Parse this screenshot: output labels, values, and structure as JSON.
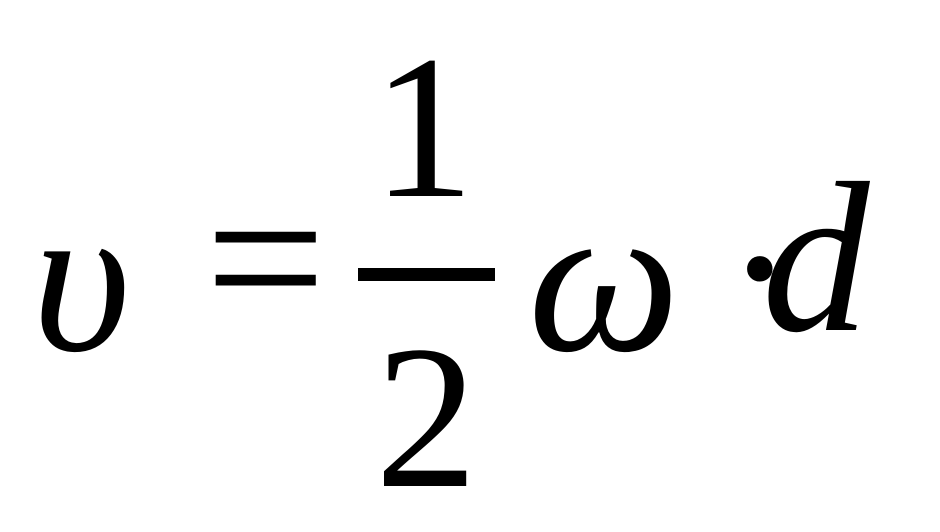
{
  "equation": {
    "lhs": "υ",
    "equals": "=",
    "numerator": "1",
    "denominator": "2",
    "omega": "ω",
    "dot": "·",
    "d": "d"
  },
  "colors": {
    "background": "#ffffff",
    "ink": "#000000"
  }
}
